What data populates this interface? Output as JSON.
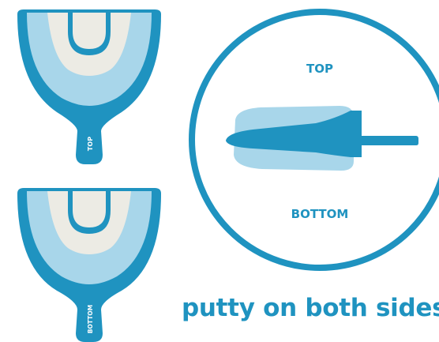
{
  "colors": {
    "primary": "#1f93c0",
    "light": "#a8d6ea",
    "cream": "#ecebe4",
    "white": "#ffffff"
  },
  "tray_top": {
    "handle_label": "TOP"
  },
  "tray_bottom": {
    "handle_label": "BOTTOM"
  },
  "cross_section": {
    "top_label": "TOP",
    "bottom_label": "BOTTOM"
  },
  "caption": "putty on both sides"
}
